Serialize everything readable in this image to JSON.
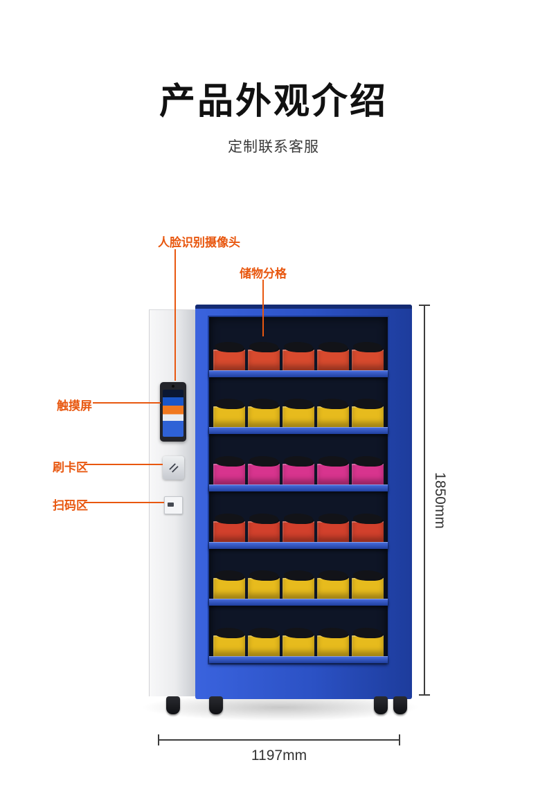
{
  "page": {
    "title": "产品外观介绍",
    "subtitle": "定制联系客服"
  },
  "callouts": {
    "face_camera": "人脸识别摄像头",
    "storage_grid": "储物分格",
    "touch_screen": "触摸屏",
    "card_swipe": "刷卡区",
    "scan_code": "扫码区"
  },
  "dimensions": {
    "height_label": "1850mm",
    "width_label": "1197mm"
  },
  "colors": {
    "accent_orange": "#e8570f",
    "cabinet_blue": "#2b51c4",
    "cabinet_blue_dark": "#1d3c9c",
    "window_dark": "#0e1526",
    "dimension_line": "#3c3c3c"
  },
  "machine": {
    "shelves": [
      {
        "bin_count": 5,
        "bin_color": "#d84a2e"
      },
      {
        "bin_count": 5,
        "bin_color": "#e7bb1d"
      },
      {
        "bin_count": 5,
        "bin_color": "#d8348e"
      },
      {
        "bin_count": 5,
        "bin_color": "#d2402c"
      },
      {
        "bin_count": 5,
        "bin_color": "#e7bb1d"
      },
      {
        "bin_count": 5,
        "bin_color": "#e7bb1d"
      }
    ]
  }
}
